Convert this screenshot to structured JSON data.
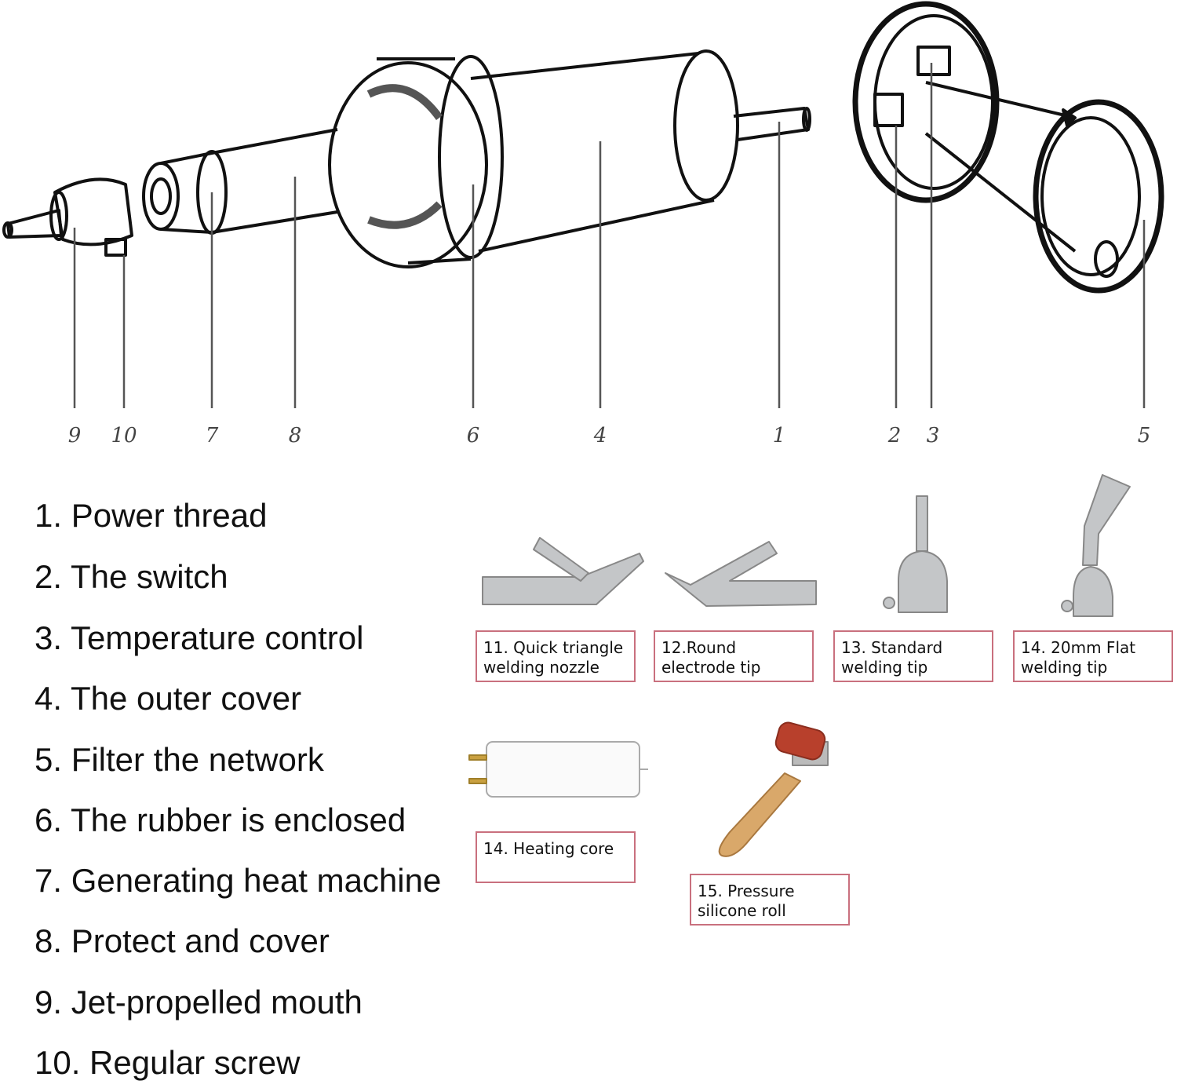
{
  "callouts": [
    "9",
    "10",
    "7",
    "8",
    "6",
    "4",
    "1",
    "2",
    "3",
    "5"
  ],
  "legend": [
    "1. Power thread",
    "2. The switch",
    "3. Temperature control",
    "4. The outer cover",
    "5. Filter the network",
    "6. The rubber is enclosed",
    "7. Generating heat machine",
    "8. Protect and cover",
    "9. Jet-propelled mouth",
    "10. Regular screw"
  ],
  "accessories": [
    {
      "line1": "11. Quick triangle",
      "line2": "welding nozzle"
    },
    {
      "line1": "12.Round",
      "line2": "electrode tip"
    },
    {
      "line1": "13. Standard",
      "line2": "welding tip"
    },
    {
      "line1": "14. 20mm Flat",
      "line2": "welding tip"
    },
    {
      "line1": "14. Heating core",
      "line2": ""
    },
    {
      "line1": "15. Pressure",
      "line2": "silicone roll"
    }
  ],
  "colors": {
    "box_border": "#c9707e",
    "roller_red": "#b8402c",
    "handle_wood": "#d9a86a",
    "metal": "#b9bbbd"
  }
}
